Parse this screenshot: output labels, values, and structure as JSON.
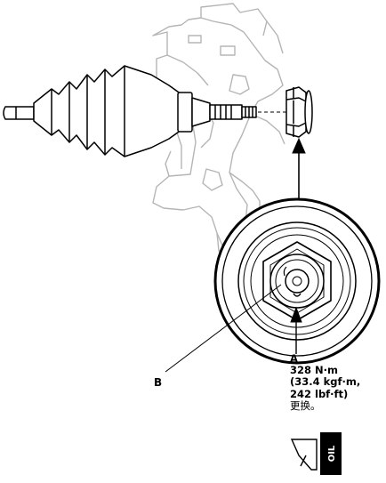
{
  "labels": {
    "b": "B",
    "a": "A"
  },
  "torque": {
    "nm": "328 N·m",
    "kgf": "(33.4 kgf·m,",
    "lbf": "242 lbf·ft)",
    "note": "更换。"
  },
  "oil_tag": "OIL",
  "colors": {
    "line": "#000000",
    "ghost": "#b5b5b5",
    "paper": "#ffffff"
  }
}
